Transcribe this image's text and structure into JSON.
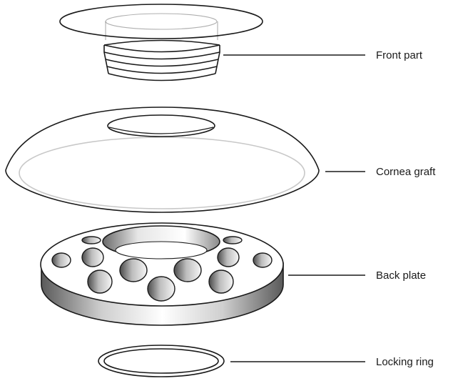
{
  "labels": {
    "front_part": "Front part",
    "cornea_graft": "Cornea graft",
    "back_plate": "Back plate",
    "locking_ring": "Locking ring"
  },
  "colors": {
    "outline": "#1a1a1a",
    "graft_inner": "#c8c8c8",
    "shade_dark": "#6a6a6a",
    "shade_light": "#f2f2f2"
  }
}
